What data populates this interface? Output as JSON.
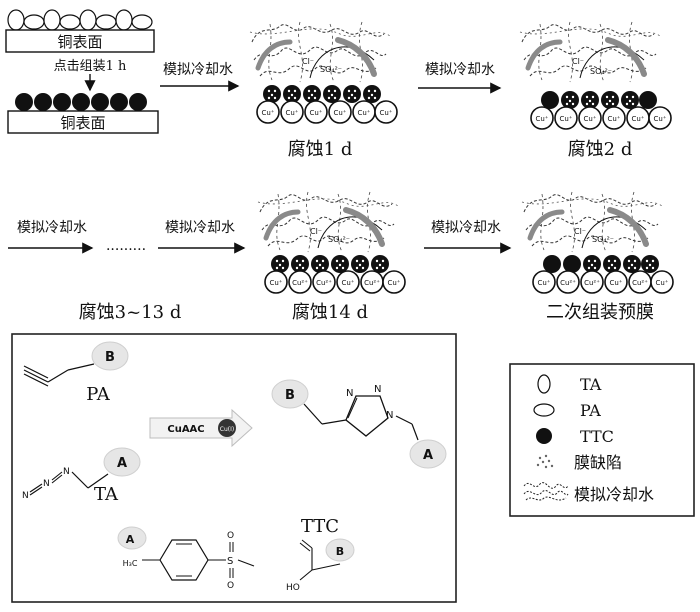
{
  "labels": {
    "substrate": "铜表面",
    "assemble_step": "点击组装1 h",
    "simulated_cooling_water": "模拟冷却水",
    "corrosion_1d": "腐蚀1 d",
    "corrosion_2d": "腐蚀2 d",
    "corrosion_3_13d": "腐蚀3~13 d",
    "corrosion_14d": "腐蚀14 d",
    "secondary_assembly": "二次组装预膜",
    "ion_cl": "Cl⁻",
    "ion_so4": "SO₄²⁻",
    "ion_cu": "Cu⁺",
    "ion_cu2": "Cu²⁺",
    "dots": "........."
  },
  "reaction": {
    "pa_label": "PA",
    "ta_label": "TA",
    "ttc_label": "TTC",
    "group_b": "B",
    "group_a": "A",
    "cuaac_label": "CuAAC",
    "catalyst_label": "Cu(I)",
    "methyl_label": "H₃C",
    "hydroxyl_label": "HO",
    "atom_n": "N",
    "atom_s": "S",
    "atom_o": "O"
  },
  "legend": {
    "items": [
      {
        "label": "TA",
        "icon": "vertical-ellipse-icon"
      },
      {
        "label": "PA",
        "icon": "horizontal-ellipse-icon"
      },
      {
        "label": "TTC",
        "icon": "filled-circle-icon"
      },
      {
        "label": "膜缺陷",
        "icon": "film-defect-icon"
      },
      {
        "label": "模拟冷却水",
        "icon": "cooling-water-icon"
      }
    ]
  },
  "colors": {
    "ink": "#111111",
    "arc_gray": "#8a8a8a",
    "panel_border": "#222222"
  }
}
